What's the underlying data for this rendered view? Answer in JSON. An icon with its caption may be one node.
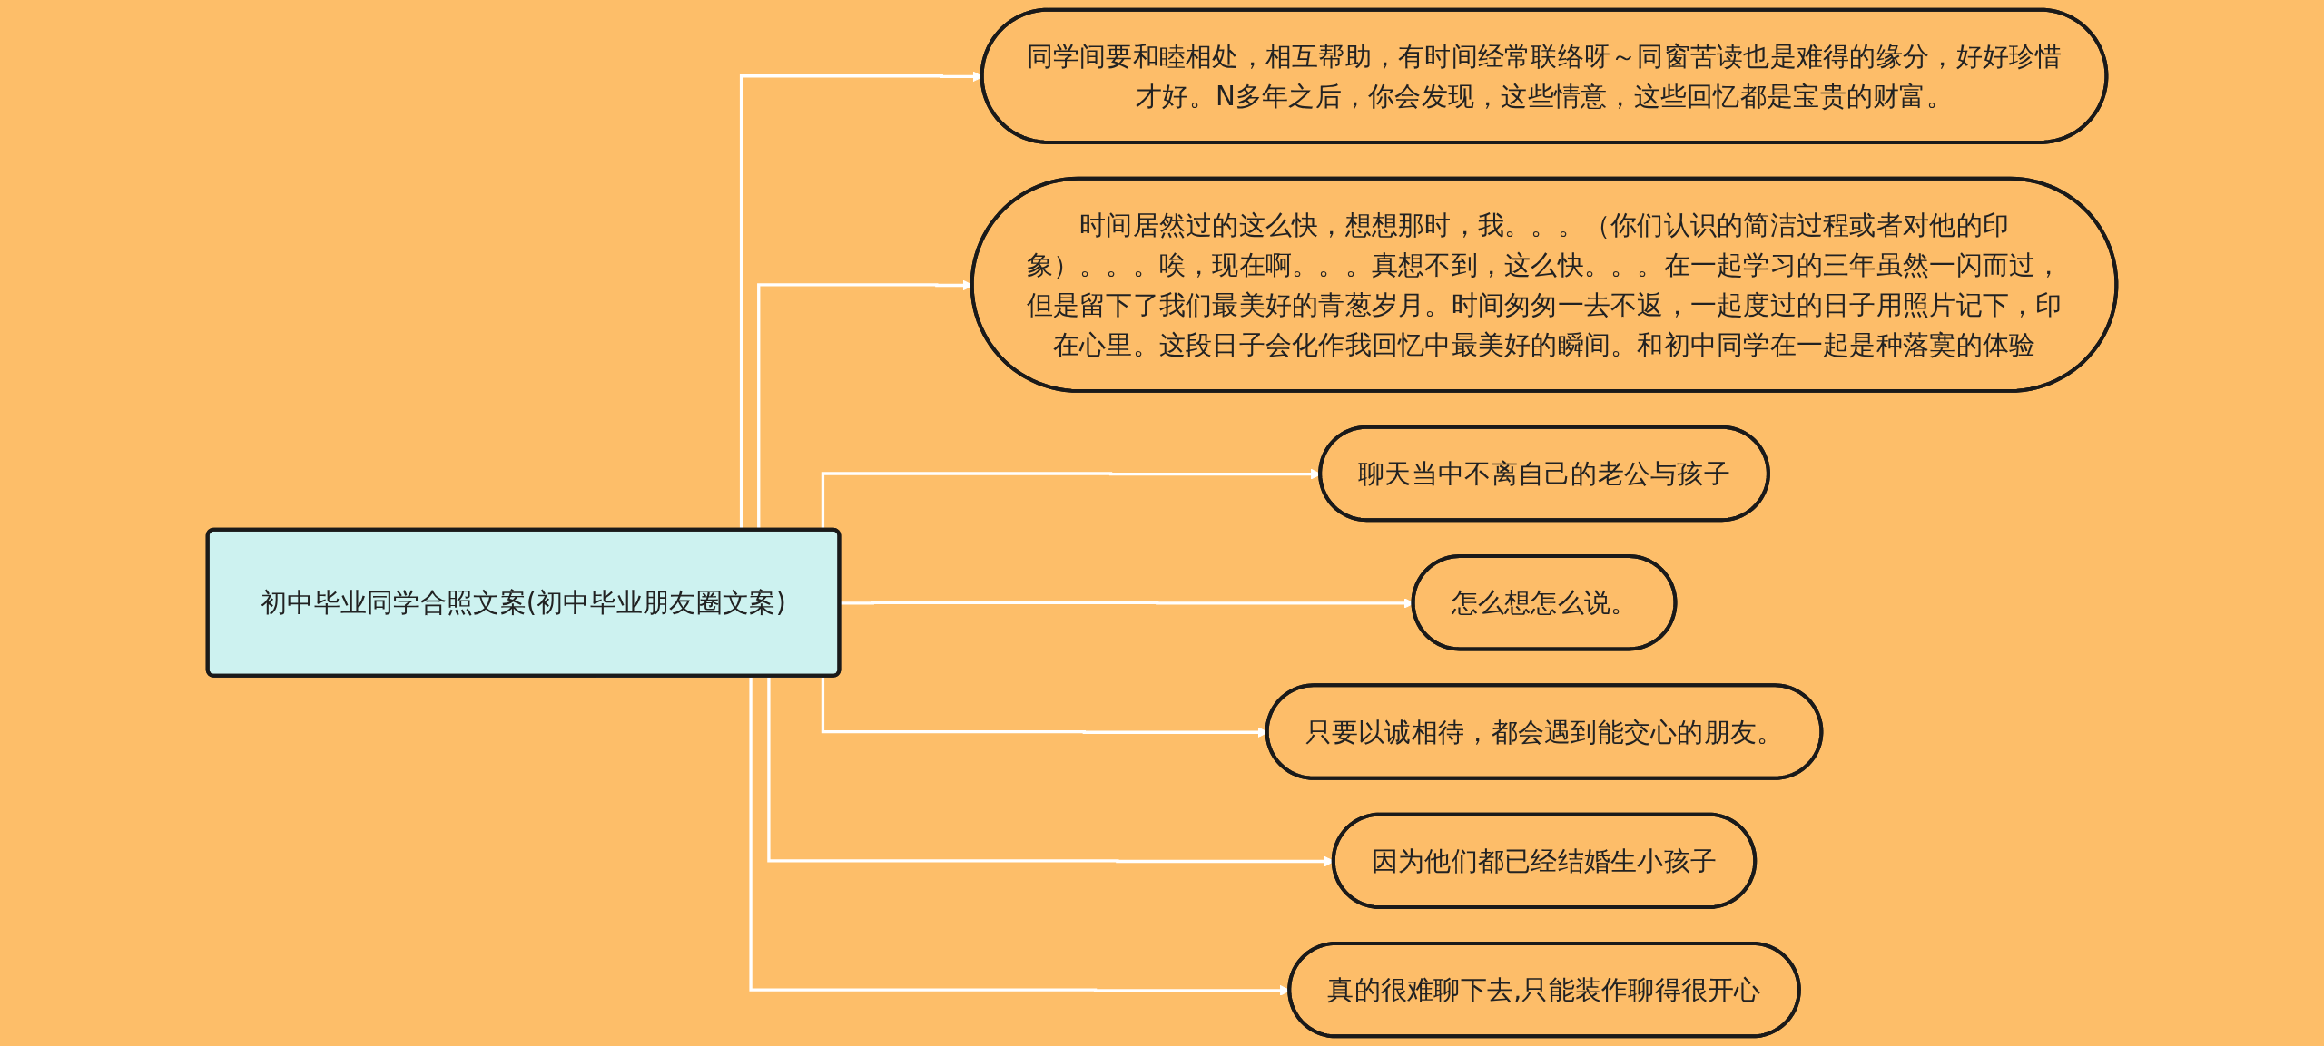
{
  "diagram": {
    "nodes": [
      {
        "text": [
          "初中毕业同学合照文案(初中毕业朋友圈文案)"
        ]
      },
      {
        "text": [
          "同学间要和睦相处，相互帮助，有时间经常联络呀～同窗苦读也是难得的缘分，好好珍惜才好。N多年之后，你会发现，这些情意，这些回忆都是宝贵的财富。"
        ]
      },
      {
        "text": [
          "时间居然过的这么快，想想那时，我。。。（你们认识的简洁过程或者对他的印象）。。。唉，现在啊。。。真想不到，这么快。。。在一起学习的三年虽然一闪而过，但是留下了我们最美好的青葱岁月。时间匆匆一去不返，一起度过的日子用照片记下，印在心里。这段日子会化作我回忆中最美好的瞬间。和初中同学在一起是种落寞的体验"
        ]
      },
      {
        "text": [
          "聊天当中不离自己的老公与孩子"
        ]
      },
      {
        "text": [
          "怎么想怎么说。"
        ]
      },
      {
        "text": [
          "只要以诚相待，都会遇到能交心的朋友。"
        ]
      },
      {
        "text": [
          "因为他们都已经结婚生小孩子"
        ]
      },
      {
        "text": [
          "真的很难聊下去,只能装作聊得很开心"
        ]
      }
    ],
    "edges": [
      {
        "from": 0,
        "to": 1,
        "arrow": "to"
      },
      {
        "from": 0,
        "to": 2,
        "arrow": "to"
      },
      {
        "from": 0,
        "to": 3,
        "arrow": "to"
      },
      {
        "from": 0,
        "to": 4,
        "arrow": "to"
      },
      {
        "from": 0,
        "to": 5,
        "arrow": "to"
      },
      {
        "from": 0,
        "to": 6,
        "arrow": "to"
      },
      {
        "from": 0,
        "to": 7,
        "arrow": "to"
      }
    ]
  }
}
